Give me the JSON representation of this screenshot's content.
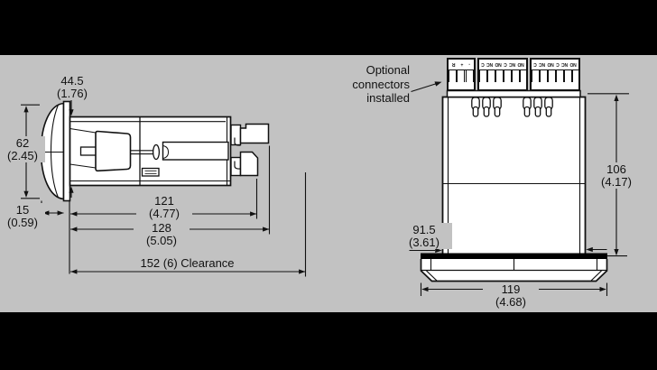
{
  "side_view": {
    "dims": {
      "d445_mm": "44.5",
      "d445_in": "(1.76)",
      "d62_mm": "62",
      "d62_in": "(2.45)",
      "d15_mm": "15",
      "d15_in": "(0.59)",
      "d121_mm": "121",
      "d121_in": "(4.77)",
      "d128_mm": "128",
      "d128_in": "(5.05)",
      "clearance": "152 (6) Clearance"
    }
  },
  "rear_view": {
    "note_line1": "Optional",
    "note_line2": "connectors",
    "note_line3": "installed",
    "terminal_blocks": [
      {
        "labels": [
          "-",
          "+",
          "R"
        ]
      },
      {
        "labels": [
          "NO",
          "NC",
          "C",
          "NO",
          "NC",
          "C"
        ]
      },
      {
        "labels": [
          "NO",
          "NC",
          "C",
          "NO",
          "NC",
          "C"
        ]
      }
    ],
    "dims": {
      "d106_mm": "106",
      "d106_in": "(4.17)",
      "d915_mm": "91.5",
      "d915_in": "(3.61)",
      "d119_mm": "119",
      "d119_in": "(4.68)"
    }
  },
  "colors": {
    "background": "#c2c2c2",
    "line": "#111111",
    "fill": "#ffffff",
    "band": "#000000"
  }
}
